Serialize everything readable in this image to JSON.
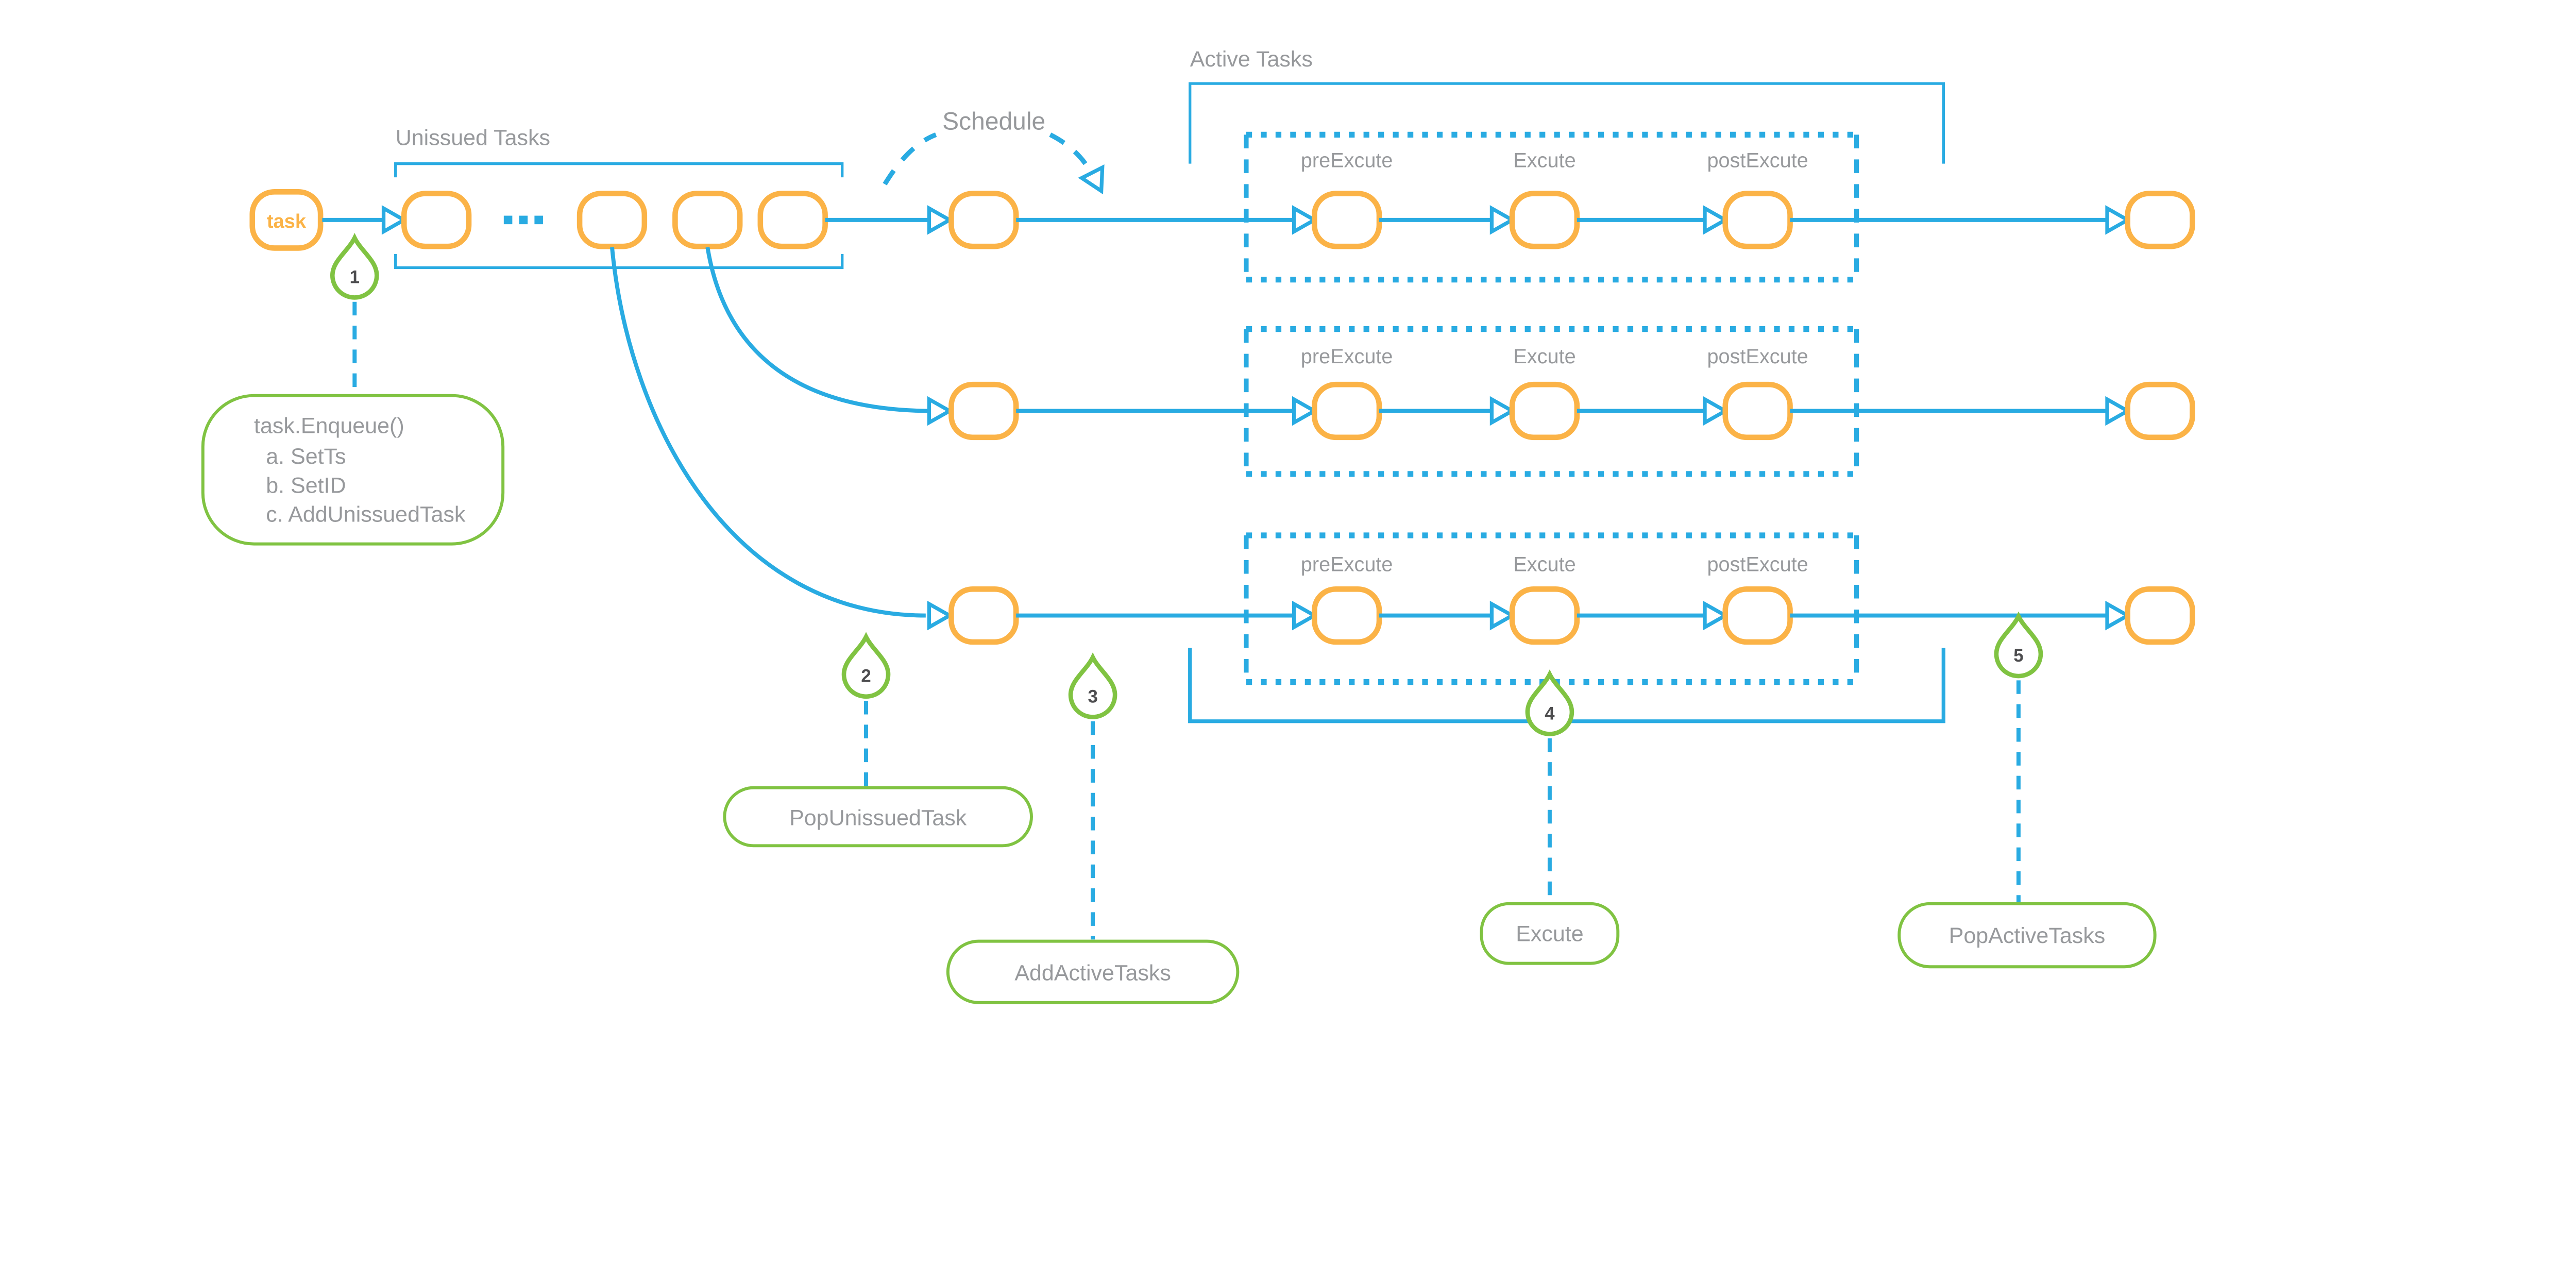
{
  "colors": {
    "line_blue": "#29ABE2",
    "node_orange": "#FBB347",
    "marker_green": "#80C342",
    "label_gray": "#97999C",
    "number_gray": "#4D4D4F"
  },
  "nodes": {
    "task_label": "task"
  },
  "sections": {
    "unissued": {
      "label": "Unissued Tasks"
    },
    "schedule": {
      "label": "Schedule"
    },
    "active": {
      "label": "Active Tasks"
    }
  },
  "stages": [
    "preExcute",
    "Excute",
    "postExcute"
  ],
  "markers": [
    {
      "number": "1",
      "lines": [
        "task.Enqueue()",
        "a. SetTs",
        "b. SetID",
        "c. AddUnissuedTask"
      ]
    },
    {
      "number": "2",
      "label": "PopUnissuedTask"
    },
    {
      "number": "3",
      "label": "AddActiveTasks"
    },
    {
      "number": "4",
      "label": "Excute"
    },
    {
      "number": "5",
      "label": "PopActiveTasks"
    }
  ]
}
